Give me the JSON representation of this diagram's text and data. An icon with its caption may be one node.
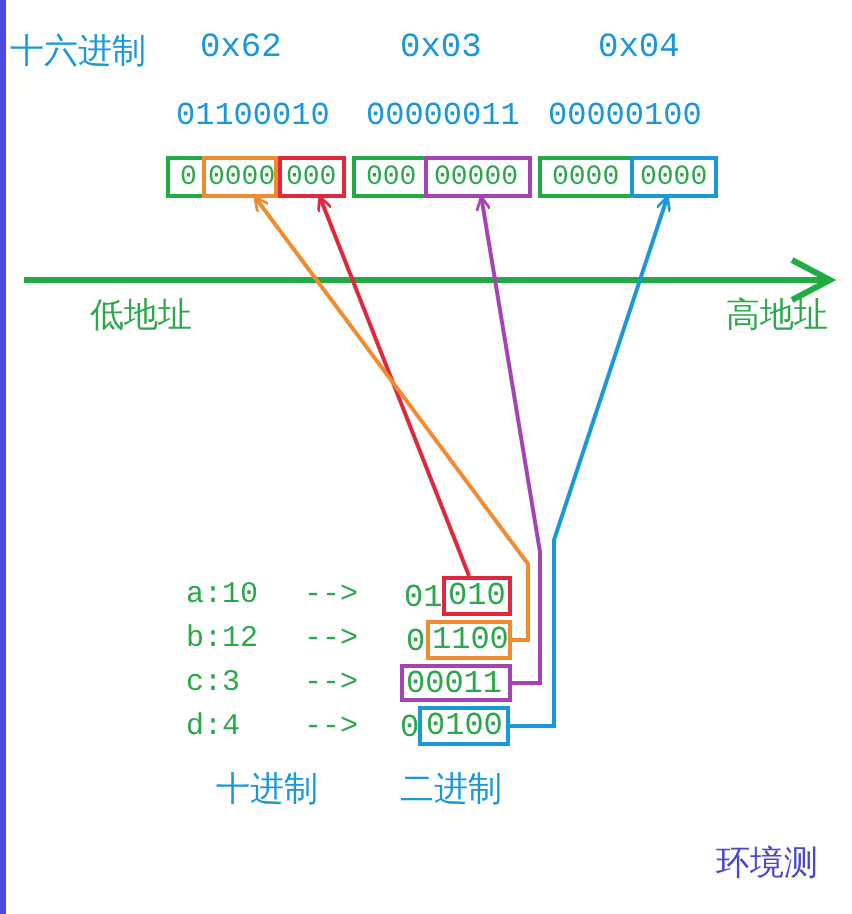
{
  "diagram": {
    "nodes": [
      {
        "text": [
          "0"
        ]
      },
      {
        "text": [
          "0000"
        ],
        "in": 0
      },
      {
        "text": [
          "000"
        ],
        "in": 0
      },
      {
        "text": [
          "000"
        ]
      },
      {
        "text": [
          "00000"
        ],
        "in": 3
      },
      {
        "text": [
          "0000"
        ]
      },
      {
        "text": [
          "0000"
        ],
        "in": 5
      },
      {
        "text": [
          "010"
        ]
      },
      {
        "text": [
          "1100"
        ]
      },
      {
        "text": [
          "00011"
        ]
      },
      {
        "text": [
          "0100"
        ]
      }
    ],
    "edges": [
      {
        "from": 7,
        "to": 2,
        "arrow": "to",
        "color": "#e0283c"
      },
      {
        "from": 8,
        "to": 1,
        "arrow": "to",
        "color": "#f28a30"
      },
      {
        "from": 9,
        "to": 4,
        "arrow": "to",
        "color": "#a444b4"
      },
      {
        "from": 10,
        "to": 6,
        "arrow": "to",
        "color": "#1a98d8"
      }
    ],
    "labels": [
      "十六进制",
      "0x62",
      "0x03",
      "0x04",
      "01100010",
      "00000011",
      "00000100",
      "低地址",
      "高地址",
      "a:10",
      "-->",
      "01",
      "b:12",
      "-->",
      "0",
      "c:3",
      "-->",
      "d:4",
      "-->",
      "0",
      "十进制",
      "二进制",
      "环境测"
    ]
  }
}
